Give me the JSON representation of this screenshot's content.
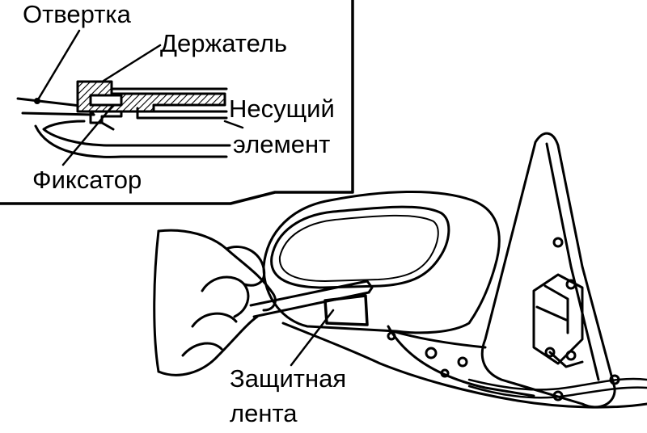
{
  "labels": {
    "screwdriver": "Отвертка",
    "holder": "Держатель",
    "carrier_line1": "Несущий",
    "carrier_line2": "элемент",
    "latch": "Фиксатор",
    "tape_line1": "Защитная",
    "tape_line2": "лента"
  },
  "colors": {
    "ink": "#000000",
    "background": "#ffffff"
  }
}
